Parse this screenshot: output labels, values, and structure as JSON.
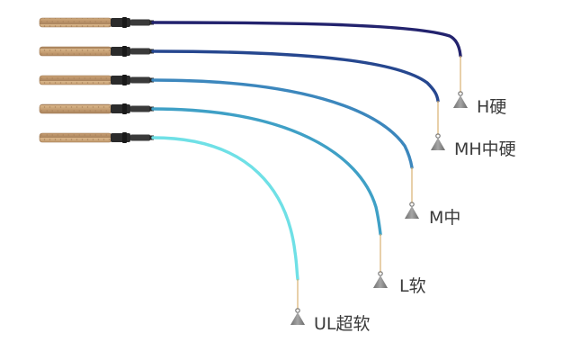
{
  "diagram": {
    "rods": [
      {
        "action": "H硬"
      },
      {
        "action": "MH中硬"
      },
      {
        "action": "M中"
      },
      {
        "action": "L软"
      },
      {
        "action": "UL超软"
      }
    ],
    "colors": {
      "grip_cork": "#c9a47a",
      "grip_cork_dark": "#a57f58",
      "reel_seat": "#2b2b2b",
      "line": "#d8b070",
      "sinker": "#8a8a8a",
      "rods": [
        "#23236e",
        "#26478f",
        "#3c87bd",
        "#3fa0c6",
        "#6fe0e6"
      ]
    },
    "icons": {
      "sinker": "sinker-weight-icon",
      "grip": "cork-grip-icon"
    }
  }
}
